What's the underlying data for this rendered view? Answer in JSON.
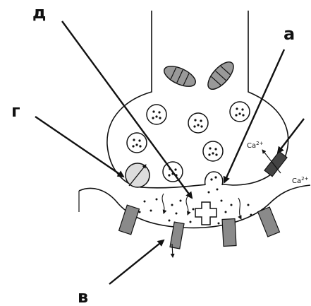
{
  "labels": {
    "a": "а",
    "v": "в",
    "g": "г",
    "d": "д"
  },
  "ions": {
    "ca_top": "Ca",
    "ca_top_charge": "2+",
    "ca_right": "Ca",
    "ca_right_charge": "2+"
  },
  "colors": {
    "outline": "#111111",
    "receptor_fill": "#8a8a8a",
    "channel_fill": "#444444",
    "mito_fill": "#999999",
    "pump_fill": "#dddddd"
  }
}
